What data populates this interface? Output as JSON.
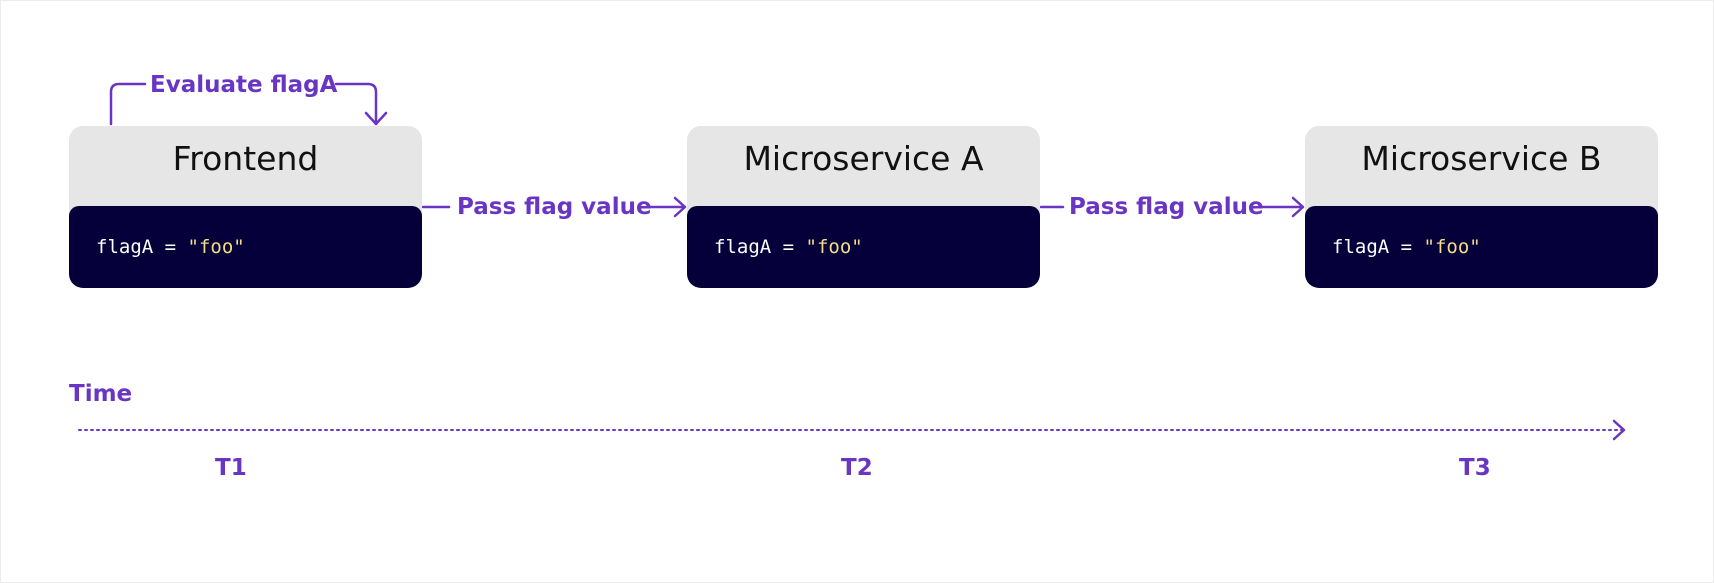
{
  "nodes": [
    {
      "title": "Frontend",
      "code_var": "flagA",
      "code_op": " = ",
      "code_value": "\"foo\""
    },
    {
      "title": "Microservice A",
      "code_var": "flagA",
      "code_op": " = ",
      "code_value": "\"foo\""
    },
    {
      "title": "Microservice B",
      "code_var": "flagA",
      "code_op": " = ",
      "code_value": "\"foo\""
    }
  ],
  "self_loop_label": "Evaluate flagA",
  "edges": [
    {
      "label": "Pass flag value"
    },
    {
      "label": "Pass flag value"
    }
  ],
  "timeline": {
    "title": "Time",
    "ticks": [
      "T1",
      "T2",
      "T3"
    ]
  },
  "colors": {
    "accent": "#6936c3",
    "header_bg": "#e6e6e6",
    "code_bg": "#05003a",
    "code_text": "#ffffff",
    "code_string": "#f4dd86"
  }
}
